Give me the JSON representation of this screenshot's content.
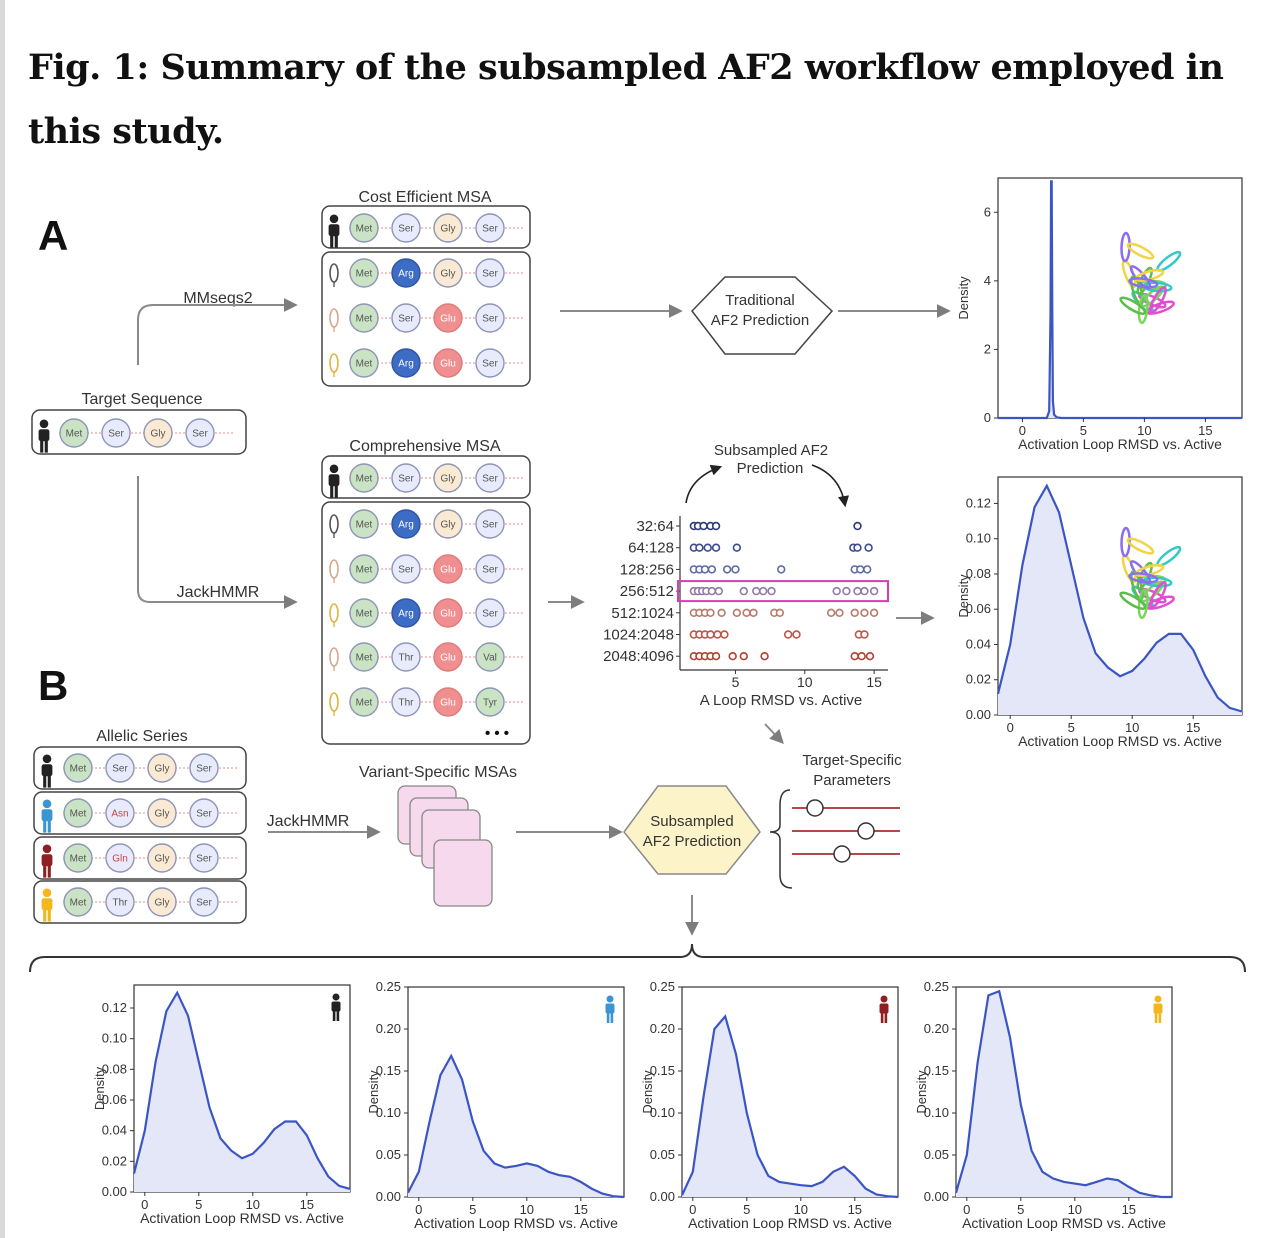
{
  "title": "Fig. 1: Summary of the subsampled AF2 workflow employed in this study.",
  "panels": {
    "a": "A",
    "b": "B"
  },
  "labels": {
    "cost_msa": "Cost Efficient MSA",
    "comp_msa": "Comprehensive MSA",
    "target_seq": "Target Sequence",
    "mmseqs": "MMseqs2",
    "jackhmmr_a": "JackHMMR",
    "jackhmmr_b": "JackHMMR",
    "trad1": "Traditional",
    "trad2": "AF2 Prediction",
    "sub_top1": "Subsampled AF2",
    "sub_top2": "Prediction",
    "sub_hex1": "Subsampled",
    "sub_hex2": "AF2 Prediction",
    "target_params1": "Target-Specific",
    "target_params2": "Parameters",
    "allelic": "Allelic Series",
    "variant_msas": "Variant-Specific MSAs",
    "ellipsis": "• • •"
  },
  "sequences": {
    "cost": [
      [
        "Met",
        "Ser",
        "Gly",
        "Ser"
      ],
      [
        "Met",
        "Arg",
        "Gly",
        "Ser"
      ],
      [
        "Met",
        "Ser",
        "Glu",
        "Ser"
      ],
      [
        "Met",
        "Arg",
        "Glu",
        "Ser"
      ]
    ],
    "target": [
      "Met",
      "Ser",
      "Gly",
      "Ser"
    ],
    "comp": [
      [
        "Met",
        "Ser",
        "Gly",
        "Ser"
      ],
      [
        "Met",
        "Arg",
        "Gly",
        "Ser"
      ],
      [
        "Met",
        "Ser",
        "Glu",
        "Ser"
      ],
      [
        "Met",
        "Arg",
        "Glu",
        "Ser"
      ],
      [
        "Met",
        "Thr",
        "Glu",
        "Val"
      ],
      [
        "Met",
        "Thr",
        "Glu",
        "Tyr"
      ]
    ],
    "allelic": [
      [
        "Met",
        "Ser",
        "Gly",
        "Ser"
      ],
      [
        "Met",
        "Asn",
        "Gly",
        "Ser"
      ],
      [
        "Met",
        "Gln",
        "Gly",
        "Ser"
      ],
      [
        "Met",
        "Thr",
        "Gly",
        "Ser"
      ]
    ]
  },
  "colors": {
    "Met": "#c9e3c4",
    "Ser": "#e8ebfb",
    "Gly": "#fbead3",
    "Arg": "#3d6cc4",
    "Glu": "#ef8f8f",
    "Thr": "#e8ebfb",
    "Val": "#c9e3c4",
    "Tyr": "#c9e3c4",
    "Asn": "#e8ebfb",
    "Gln": "#e8ebfb",
    "curve": "#3b55c4",
    "fill": "#e4e7f7",
    "highlight": "#d63cb4",
    "slider": "#b54848",
    "hex_yellow": "#fcf3c9",
    "msa_pink": "#f6d9ec",
    "person_black": "#222222",
    "person_blue": "#3a95d0",
    "person_red": "#8e1f22",
    "person_yellow": "#f3b71d"
  },
  "chart_data": [
    {
      "type": "area",
      "ylabel": "Density",
      "xlabel": "Activation Loop RMSD vs. Active",
      "x_ticks": [
        0,
        5,
        10,
        15
      ],
      "y_ticks": [
        "0",
        "2",
        "4",
        "6"
      ],
      "xlim": [
        -2,
        18
      ],
      "ylim": [
        0,
        7
      ],
      "x": [
        -2,
        1.5,
        2.0,
        2.2,
        2.3,
        2.35,
        2.4,
        2.45,
        2.5,
        2.6,
        2.8,
        3.2,
        18
      ],
      "y": [
        0,
        0,
        0,
        0.2,
        3.0,
        6.9,
        6.9,
        3.0,
        0.5,
        0.1,
        0.02,
        0,
        0
      ]
    },
    {
      "type": "area",
      "ylabel": "Density",
      "xlabel": "Activation Loop RMSD vs. Active",
      "x_ticks": [
        0,
        5,
        10,
        15
      ],
      "y_ticks": [
        "0.00",
        "0.02",
        "0.04",
        "0.06",
        "0.08",
        "0.10",
        "0.12"
      ],
      "xlim": [
        -1,
        19
      ],
      "ylim": [
        0,
        0.135
      ],
      "x": [
        -1,
        0,
        1,
        2,
        3,
        4,
        5,
        6,
        7,
        8,
        9,
        10,
        11,
        12,
        13,
        14,
        15,
        16,
        17,
        18,
        19
      ],
      "y": [
        0.012,
        0.04,
        0.085,
        0.118,
        0.13,
        0.115,
        0.085,
        0.055,
        0.035,
        0.027,
        0.022,
        0.025,
        0.032,
        0.041,
        0.046,
        0.046,
        0.037,
        0.022,
        0.01,
        0.004,
        0.002
      ]
    },
    {
      "type": "scatter",
      "xlabel": "A Loop RMSD vs. Active",
      "x_ticks": [
        5,
        10,
        15
      ],
      "categories": [
        "32:64",
        "64:128",
        "128:256",
        "256:512",
        "512:1024",
        "1024:2048",
        "2048:4096"
      ],
      "highlight": "256:512",
      "xlim": [
        1,
        16
      ],
      "points": [
        [
          [
            2,
            2.3,
            2.7,
            3.2,
            3.6,
            13.8
          ],
          [
            0,
            0,
            0,
            0,
            0,
            0
          ]
        ],
        [
          [
            2,
            2.4,
            3,
            3.6,
            5.1,
            13.5,
            13.8,
            14.6
          ],
          [
            1,
            1,
            1,
            1,
            1,
            1,
            1,
            1
          ]
        ],
        [
          [
            2,
            2.4,
            2.8,
            3.3,
            4.4,
            5,
            8.3,
            13.6,
            14,
            14.5
          ],
          [
            2,
            2,
            2,
            2,
            2,
            2,
            2,
            2,
            2,
            2
          ]
        ],
        [
          [
            2,
            2.3,
            2.6,
            2.9,
            3.3,
            3.8,
            5.6,
            6.5,
            7,
            7.6,
            12.3,
            13,
            13.8,
            14.3,
            15
          ],
          [
            3,
            3,
            3,
            3,
            3,
            3,
            3,
            3,
            3,
            3,
            3,
            3,
            3,
            3,
            3
          ]
        ],
        [
          [
            2,
            2.4,
            2.8,
            3.2,
            4,
            5.1,
            5.8,
            6.3,
            7.8,
            8.2,
            11.9,
            12.5,
            13.6,
            14.3,
            15
          ],
          [
            4,
            4,
            4,
            4,
            4,
            4,
            4,
            4,
            4,
            4,
            4,
            4,
            4,
            4,
            4
          ]
        ],
        [
          [
            2,
            2.4,
            2.8,
            3.2,
            3.7,
            4.2,
            8.8,
            9.4,
            13.9,
            14.3
          ],
          [
            5,
            5,
            5,
            5,
            5,
            5,
            5,
            5,
            5,
            5
          ]
        ],
        [
          [
            2,
            2.4,
            2.8,
            3.2,
            3.6,
            4.8,
            5.6,
            7.1,
            13.6,
            14.1,
            14.7
          ],
          [
            6,
            6,
            6,
            6,
            6,
            6,
            6,
            6,
            6,
            6,
            6
          ]
        ]
      ]
    },
    {
      "type": "area",
      "ylabel": "Density",
      "xlabel": "Activation Loop RMSD vs. Active",
      "x_ticks": [
        0,
        5,
        10,
        15
      ],
      "y_ticks": [
        "0.00",
        "0.02",
        "0.04",
        "0.06",
        "0.08",
        "0.10",
        "0.12"
      ],
      "xlim": [
        -1,
        19
      ],
      "ylim": [
        0,
        0.135
      ],
      "x": [
        -1,
        0,
        1,
        2,
        3,
        4,
        5,
        6,
        7,
        8,
        9,
        10,
        11,
        12,
        13,
        14,
        15,
        16,
        17,
        18,
        19
      ],
      "y": [
        0.012,
        0.04,
        0.085,
        0.118,
        0.13,
        0.115,
        0.085,
        0.055,
        0.035,
        0.027,
        0.022,
        0.025,
        0.032,
        0.041,
        0.046,
        0.046,
        0.037,
        0.022,
        0.01,
        0.004,
        0.002
      ]
    },
    {
      "type": "area",
      "ylabel": "Density",
      "xlabel": "Activation Loop RMSD vs. Active",
      "x_ticks": [
        0,
        5,
        10,
        15
      ],
      "y_ticks": [
        "0.00",
        "0.05",
        "0.10",
        "0.15",
        "0.20",
        "0.25"
      ],
      "xlim": [
        -1,
        19
      ],
      "ylim": [
        0,
        0.25
      ],
      "x": [
        -1,
        0,
        1,
        2,
        3,
        4,
        5,
        6,
        7,
        8,
        9,
        10,
        11,
        12,
        13,
        14,
        15,
        16,
        17,
        18,
        19
      ],
      "y": [
        0.005,
        0.03,
        0.09,
        0.145,
        0.168,
        0.14,
        0.09,
        0.055,
        0.04,
        0.035,
        0.037,
        0.04,
        0.037,
        0.03,
        0.026,
        0.024,
        0.018,
        0.01,
        0.004,
        0.001,
        0.0
      ]
    },
    {
      "type": "area",
      "ylabel": "Density",
      "xlabel": "Activation Loop RMSD vs. Active",
      "x_ticks": [
        0,
        5,
        10,
        15
      ],
      "y_ticks": [
        "0.00",
        "0.05",
        "0.10",
        "0.15",
        "0.20",
        "0.25"
      ],
      "xlim": [
        -1,
        19
      ],
      "ylim": [
        0,
        0.25
      ],
      "x": [
        -1,
        0,
        1,
        2,
        3,
        4,
        5,
        6,
        7,
        8,
        9,
        10,
        11,
        12,
        13,
        14,
        15,
        16,
        17,
        18,
        19
      ],
      "y": [
        0.002,
        0.03,
        0.12,
        0.2,
        0.215,
        0.17,
        0.1,
        0.05,
        0.025,
        0.018,
        0.016,
        0.014,
        0.013,
        0.018,
        0.03,
        0.036,
        0.025,
        0.01,
        0.003,
        0.001,
        0.0
      ]
    },
    {
      "type": "area",
      "ylabel": "Density",
      "xlabel": "Activation Loop RMSD vs. Active",
      "x_ticks": [
        0,
        5,
        10,
        15
      ],
      "y_ticks": [
        "0.00",
        "0.05",
        "0.10",
        "0.15",
        "0.20",
        "0.25"
      ],
      "xlim": [
        -1,
        19
      ],
      "ylim": [
        0,
        0.25
      ],
      "x": [
        -1,
        0,
        1,
        2,
        3,
        4,
        5,
        6,
        7,
        8,
        9,
        10,
        11,
        12,
        13,
        14,
        15,
        16,
        17,
        18,
        19
      ],
      "y": [
        0.005,
        0.05,
        0.16,
        0.24,
        0.245,
        0.19,
        0.11,
        0.055,
        0.03,
        0.022,
        0.018,
        0.016,
        0.014,
        0.018,
        0.022,
        0.02,
        0.012,
        0.005,
        0.002,
        0.0,
        0.0
      ]
    }
  ]
}
